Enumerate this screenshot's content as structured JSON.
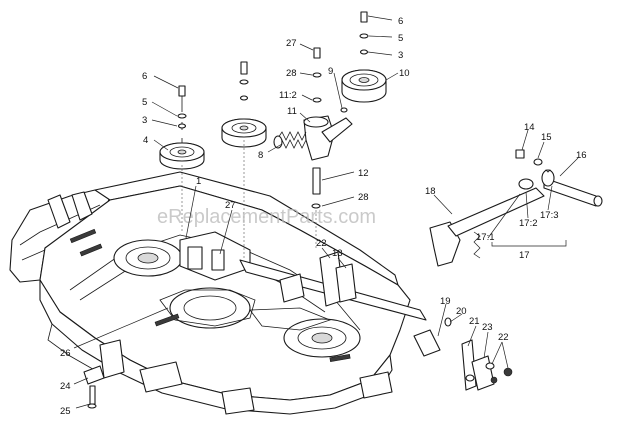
{
  "watermark": "eReplacementParts.com",
  "callouts": [
    {
      "id": "c6a",
      "text": "6"
    },
    {
      "id": "c5a",
      "text": "5"
    },
    {
      "id": "c3a",
      "text": "3"
    },
    {
      "id": "c4",
      "text": "4"
    },
    {
      "id": "c1",
      "text": "1"
    },
    {
      "id": "c27a",
      "text": "27"
    },
    {
      "id": "c27b",
      "text": "27"
    },
    {
      "id": "c28a",
      "text": "28"
    },
    {
      "id": "c11_2",
      "text": "11:2"
    },
    {
      "id": "c11",
      "text": "11"
    },
    {
      "id": "c8",
      "text": "8"
    },
    {
      "id": "c9",
      "text": "9"
    },
    {
      "id": "c10",
      "text": "10"
    },
    {
      "id": "c6b",
      "text": "6"
    },
    {
      "id": "c5b",
      "text": "5"
    },
    {
      "id": "c3b",
      "text": "3"
    },
    {
      "id": "c12",
      "text": "12"
    },
    {
      "id": "c28b",
      "text": "28"
    },
    {
      "id": "c14",
      "text": "14"
    },
    {
      "id": "c15",
      "text": "15"
    },
    {
      "id": "c16",
      "text": "16"
    },
    {
      "id": "c18",
      "text": "18"
    },
    {
      "id": "c17_1",
      "text": "17:1"
    },
    {
      "id": "c17_2",
      "text": "17:2"
    },
    {
      "id": "c17_3",
      "text": "17:3"
    },
    {
      "id": "c17",
      "text": "17"
    },
    {
      "id": "c22a",
      "text": "22"
    },
    {
      "id": "c13",
      "text": "13"
    },
    {
      "id": "c19",
      "text": "19"
    },
    {
      "id": "c20",
      "text": "20"
    },
    {
      "id": "c21",
      "text": "21"
    },
    {
      "id": "c23",
      "text": "23"
    },
    {
      "id": "c22b",
      "text": "22"
    },
    {
      "id": "c26",
      "text": "26"
    },
    {
      "id": "c24",
      "text": "24"
    },
    {
      "id": "c25",
      "text": "25"
    }
  ]
}
